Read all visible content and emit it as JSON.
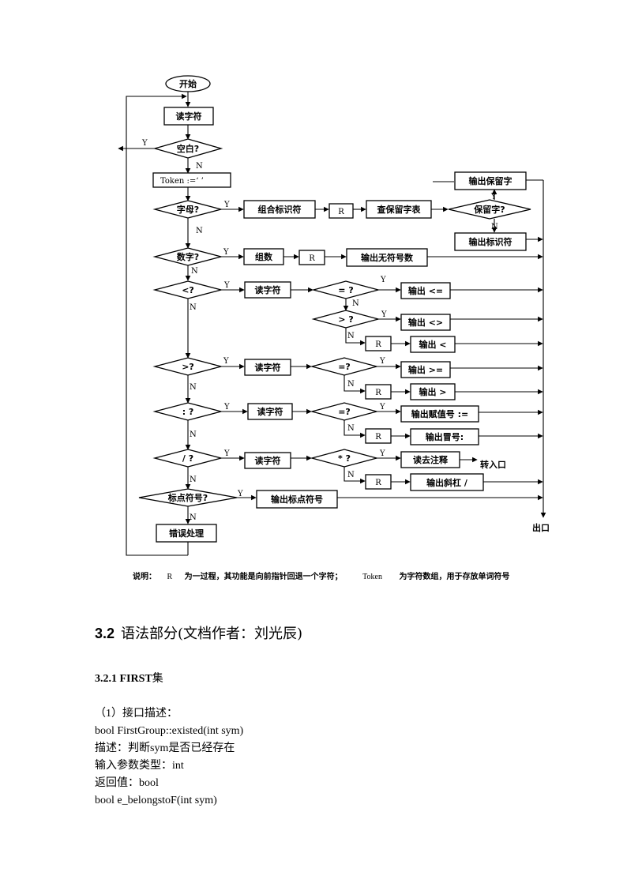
{
  "flowchart": {
    "start": "开始",
    "exit": "出口",
    "nodes": {
      "read_char": "读字符",
      "is_blank": "空白?",
      "token_init": "Token :=‘ ’",
      "is_letter": "字母?",
      "combine_ident": "组合标识符",
      "r": "R",
      "lookup_reserved": "查保留字表",
      "is_reserved": "保留字?",
      "output_reserved": "输出保留字",
      "output_ident": "输出标识符",
      "is_digit": "数字?",
      "combine_number": "组数",
      "output_unsigned": "输出无符号数",
      "is_lt": "<?",
      "eq_q": "= ?",
      "output_le": "输出 <=",
      "gt_q": "> ?",
      "output_ne": "输出 <>",
      "output_lt": "输出 <",
      "is_gt": ">?",
      "eq_q2": "=?",
      "output_ge": "输出 >=",
      "output_gt": "输出 >",
      "is_colon": ":  ?",
      "eq_q3": "=?",
      "output_assign": "输出赋值号 :=",
      "output_colon": "输出冒号:",
      "is_slash": "/ ?",
      "star_q": "* ?",
      "skip_comment": "读去注释",
      "goto_entry": "转入口",
      "output_slash": "输出斜杠 /",
      "is_punct": "标点符号?",
      "output_punct": "输出标点符号",
      "error": "错误处理"
    },
    "yes": "Y",
    "no": "N"
  },
  "note": {
    "prefix": "说明：",
    "r": "R",
    "r_desc": "为一过程，其功能是向前指针回退一个字符；",
    "token": "Token",
    "token_desc": "为字符数组，用于存放单词符号"
  },
  "section": {
    "number": "3.2",
    "title": "语法部分(文档作者：刘光辰)"
  },
  "subsection": {
    "number": "3.2.1",
    "title_en": "FIRST",
    "title_zh": "集"
  },
  "lines": [
    "（1）接口描述：",
    "bool FirstGroup::existed(int sym)",
    "描述：判断sym是否已经存在",
    "输入参数类型：int",
    "返回值：bool",
    "bool e_belongstoF(int sym)"
  ]
}
